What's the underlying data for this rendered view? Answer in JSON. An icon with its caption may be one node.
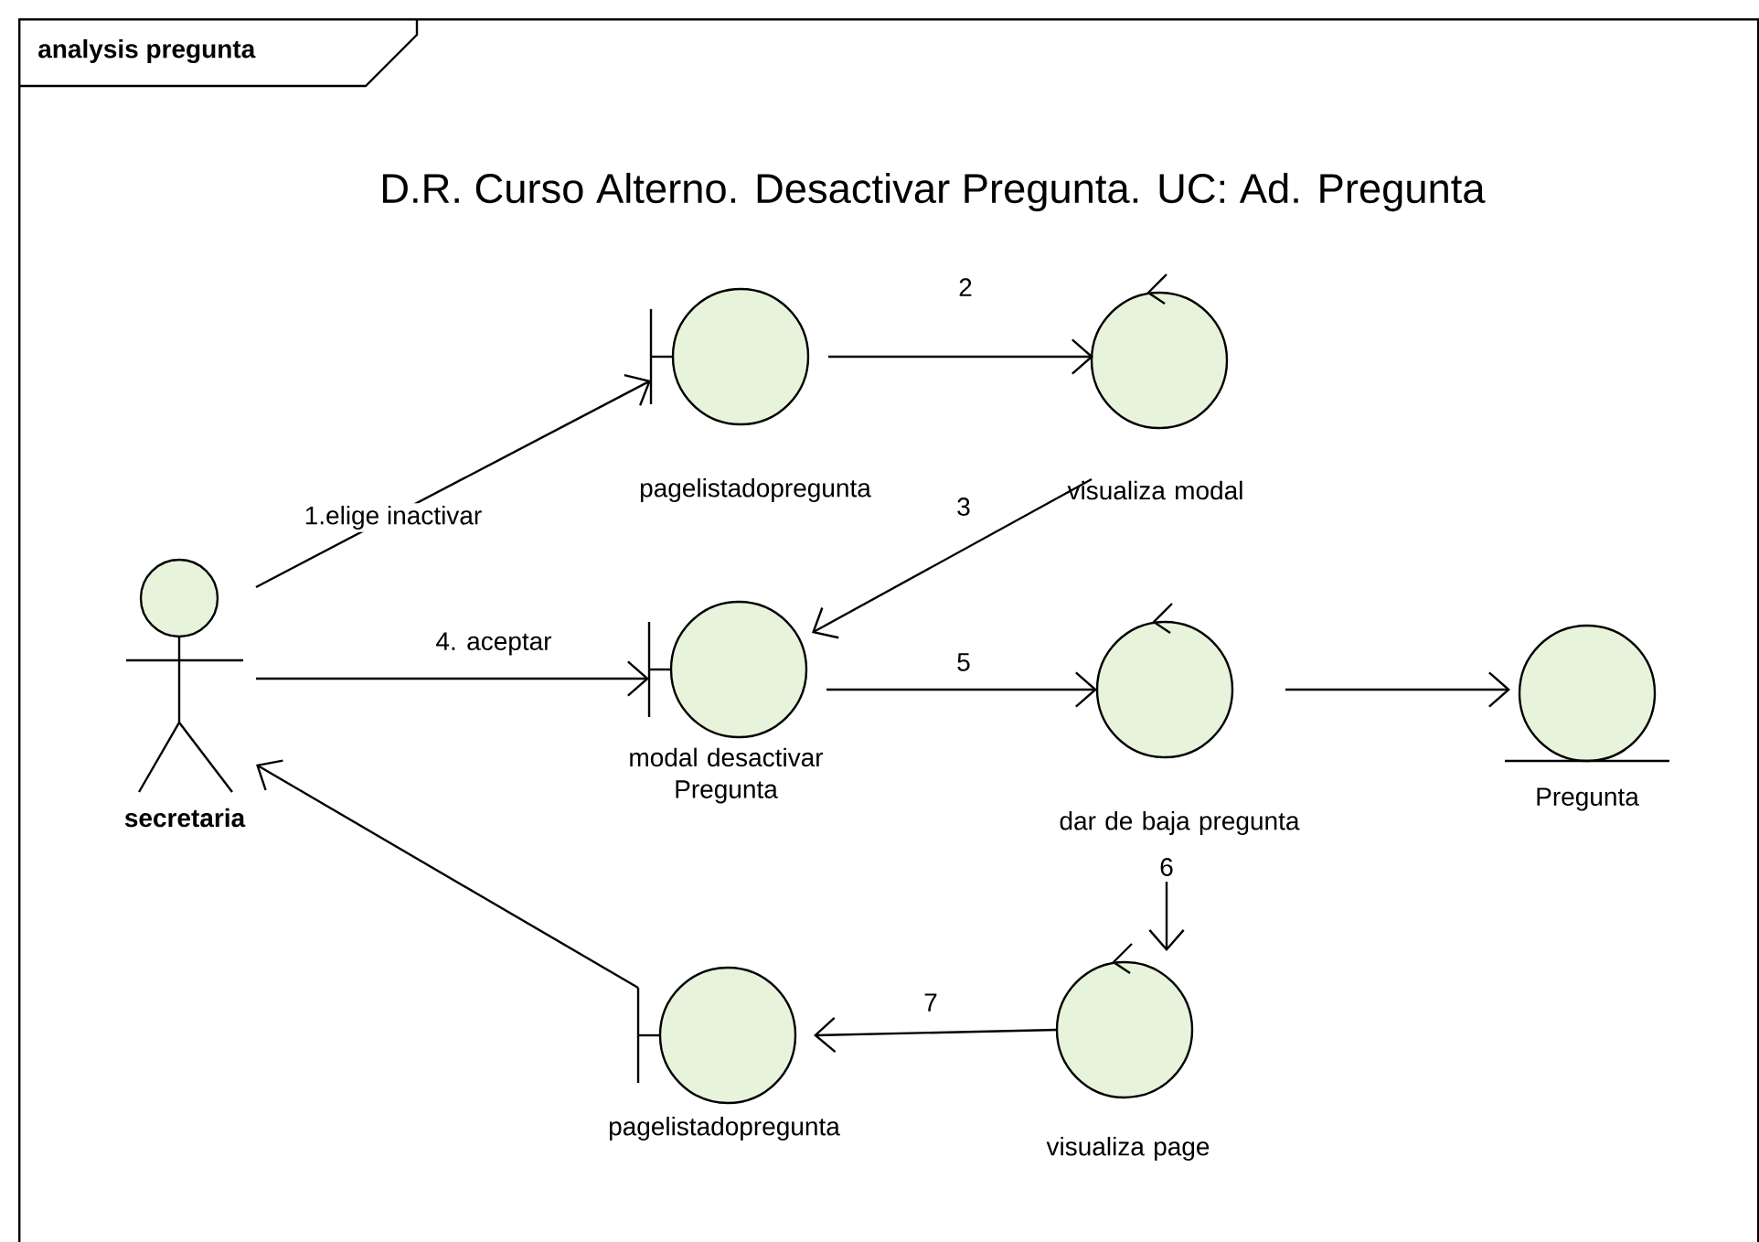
{
  "diagram": {
    "title": "D.R. Curso Alterno. Desactivar Pregunta. UC: Ad. Pregunta",
    "nodes": [
      {
        "text": [
          "analysis pregunta"
        ]
      },
      {
        "text": [
          "pagelistadopregunta"
        ],
        "in": 0
      },
      {
        "text": [
          "visualiza modal"
        ],
        "in": 0
      },
      {
        "text": [
          "secretaria"
        ],
        "in": 0
      },
      {
        "text": [
          "modal desactivar Pregunta"
        ],
        "in": 0
      },
      {
        "text": [
          "dar de baja pregunta"
        ],
        "in": 0
      },
      {
        "text": [
          "Pregunta"
        ],
        "in": 0
      },
      {
        "text": [
          "pagelistadopregunta"
        ],
        "in": 0
      },
      {
        "text": [
          "visualiza page"
        ],
        "in": 0
      }
    ],
    "edges": [
      {
        "from": 3,
        "to": 1,
        "arrow": "to",
        "label": "1.elige inactivar"
      },
      {
        "from": 1,
        "to": 2,
        "arrow": "to",
        "label": "2"
      },
      {
        "from": 2,
        "to": 4,
        "arrow": "to",
        "label": "3"
      },
      {
        "from": 3,
        "to": 4,
        "arrow": "to",
        "label": "4. aceptar"
      },
      {
        "from": 4,
        "to": 5,
        "arrow": "to",
        "label": "5"
      },
      {
        "from": 5,
        "to": 6,
        "arrow": "to"
      },
      {
        "from": 5,
        "to": 8,
        "arrow": "to",
        "label": "6"
      },
      {
        "from": 8,
        "to": 7,
        "arrow": "to",
        "label": "7"
      },
      {
        "from": 7,
        "to": 3,
        "arrow": "to"
      }
    ]
  }
}
